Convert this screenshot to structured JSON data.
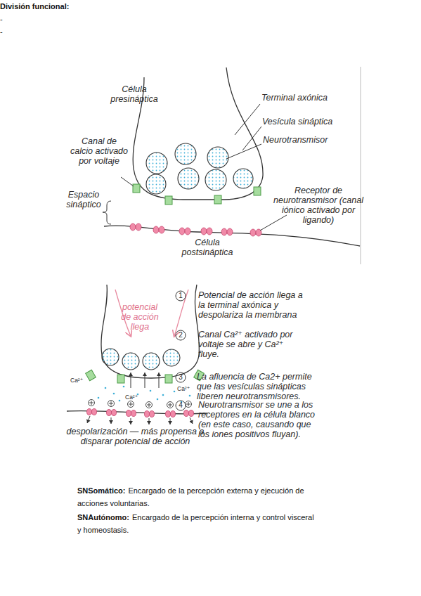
{
  "diagram": {
    "labels": [
      "Célula presináptica",
      "Terminal axónica",
      "Vesícula sináptica",
      "Neurotransmisor",
      "Canal de calcio activado por voltaje",
      "Espacio sináptico",
      "Receptor de neurotransmisor (canal iónico activado por ligando)",
      "Célula postsináptica",
      "potencial de acción llega",
      "1",
      "Potencial de acción llega a la terminal axónica y despolariza la membrana",
      "2",
      "Canal Ca²⁺ activado por voltaje se abre y Ca²⁺ fluye.",
      "3",
      "La afluencia de Ca2+ permite que las vesículas sinápticas liberen neurotransmisores.",
      "4",
      "Neurotransmisor se une a los receptores en la célula blanco (en este caso, causando que los iones positivos fluyan).",
      "Ca²⁺",
      "Ca²⁺",
      "Ca²⁺",
      "despolarización — más propensa a disparar potencial de acción",
      "División funcional:",
      "-",
      "SNSomático:",
      "Encargado de la percepción externa y ejecución de acciones voluntarias.",
      "-",
      "SNAutónomo:",
      "Encargado de la percepción interna y control visceral y homeostasis."
    ]
  }
}
